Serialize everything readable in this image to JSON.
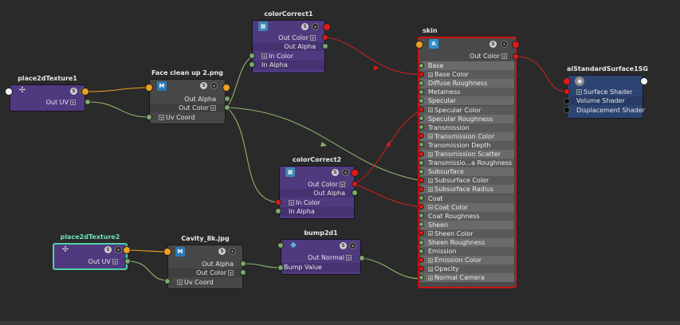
{
  "nodes": {
    "place2d1": {
      "title": "place2dTexture1",
      "out": "Out UV"
    },
    "face": {
      "title": "Face clean up 2.png",
      "out1": "Out Alpha",
      "out2": "Out Color",
      "in1": "Uv Coord"
    },
    "cc1": {
      "title": "colorCorrect1",
      "out1": "Out Color",
      "out2": "Out Alpha",
      "in1": "In Color",
      "in2": "In Alpha"
    },
    "cc2": {
      "title": "colorCorrect2",
      "out1": "Out Color",
      "out2": "Out Alpha",
      "in1": "In Color",
      "in2": "In Alpha"
    },
    "place2d2": {
      "title": "place2dTexture2",
      "out": "Out UV"
    },
    "cavity": {
      "title": "Cavity_8k.jpg",
      "out1": "Out Alpha",
      "out2": "Out Color",
      "in1": "Uv Coord"
    },
    "bump": {
      "title": "bump2d1",
      "out1": "Out Normal",
      "in1": "Bump Value"
    },
    "skin": {
      "title": "skin",
      "out": "Out Color",
      "attrs": [
        "Base",
        "Base Color",
        "Diffuse Roughness",
        "Metalness",
        "Specular",
        "Specular Color",
        "Specular Roughness",
        "Transmission",
        "Transmission Color",
        "Transmission Depth",
        "Transmission Scatter",
        "Transmissio...a Roughness",
        "Subsurface",
        "Subsurface Color",
        "Subsurface Radius",
        "Coat",
        "Coat Color",
        "Coat Roughness",
        "Sheen",
        "Sheen Color",
        "Sheen Roughness",
        "Emission",
        "Emission Color",
        "Opacity",
        "Normal Camera"
      ]
    },
    "sg": {
      "title": "aiStandardSurface1SG",
      "in1": "Surface Shader",
      "in2": "Volume Shader",
      "in3": "Displacement Shader"
    }
  },
  "icons": {
    "mesh": "placement-icon",
    "texture": "M",
    "shader": "A",
    "header_button": "S"
  },
  "colors": {
    "background": "#2a2a2a",
    "utility_node": "#4f3a80",
    "texture_node": "#474747",
    "shading_group": "#2d4472",
    "connection_green": "#8fb56a",
    "connection_red": "#c82020",
    "connection_orange": "#f0a020",
    "selection": "#d01010"
  }
}
